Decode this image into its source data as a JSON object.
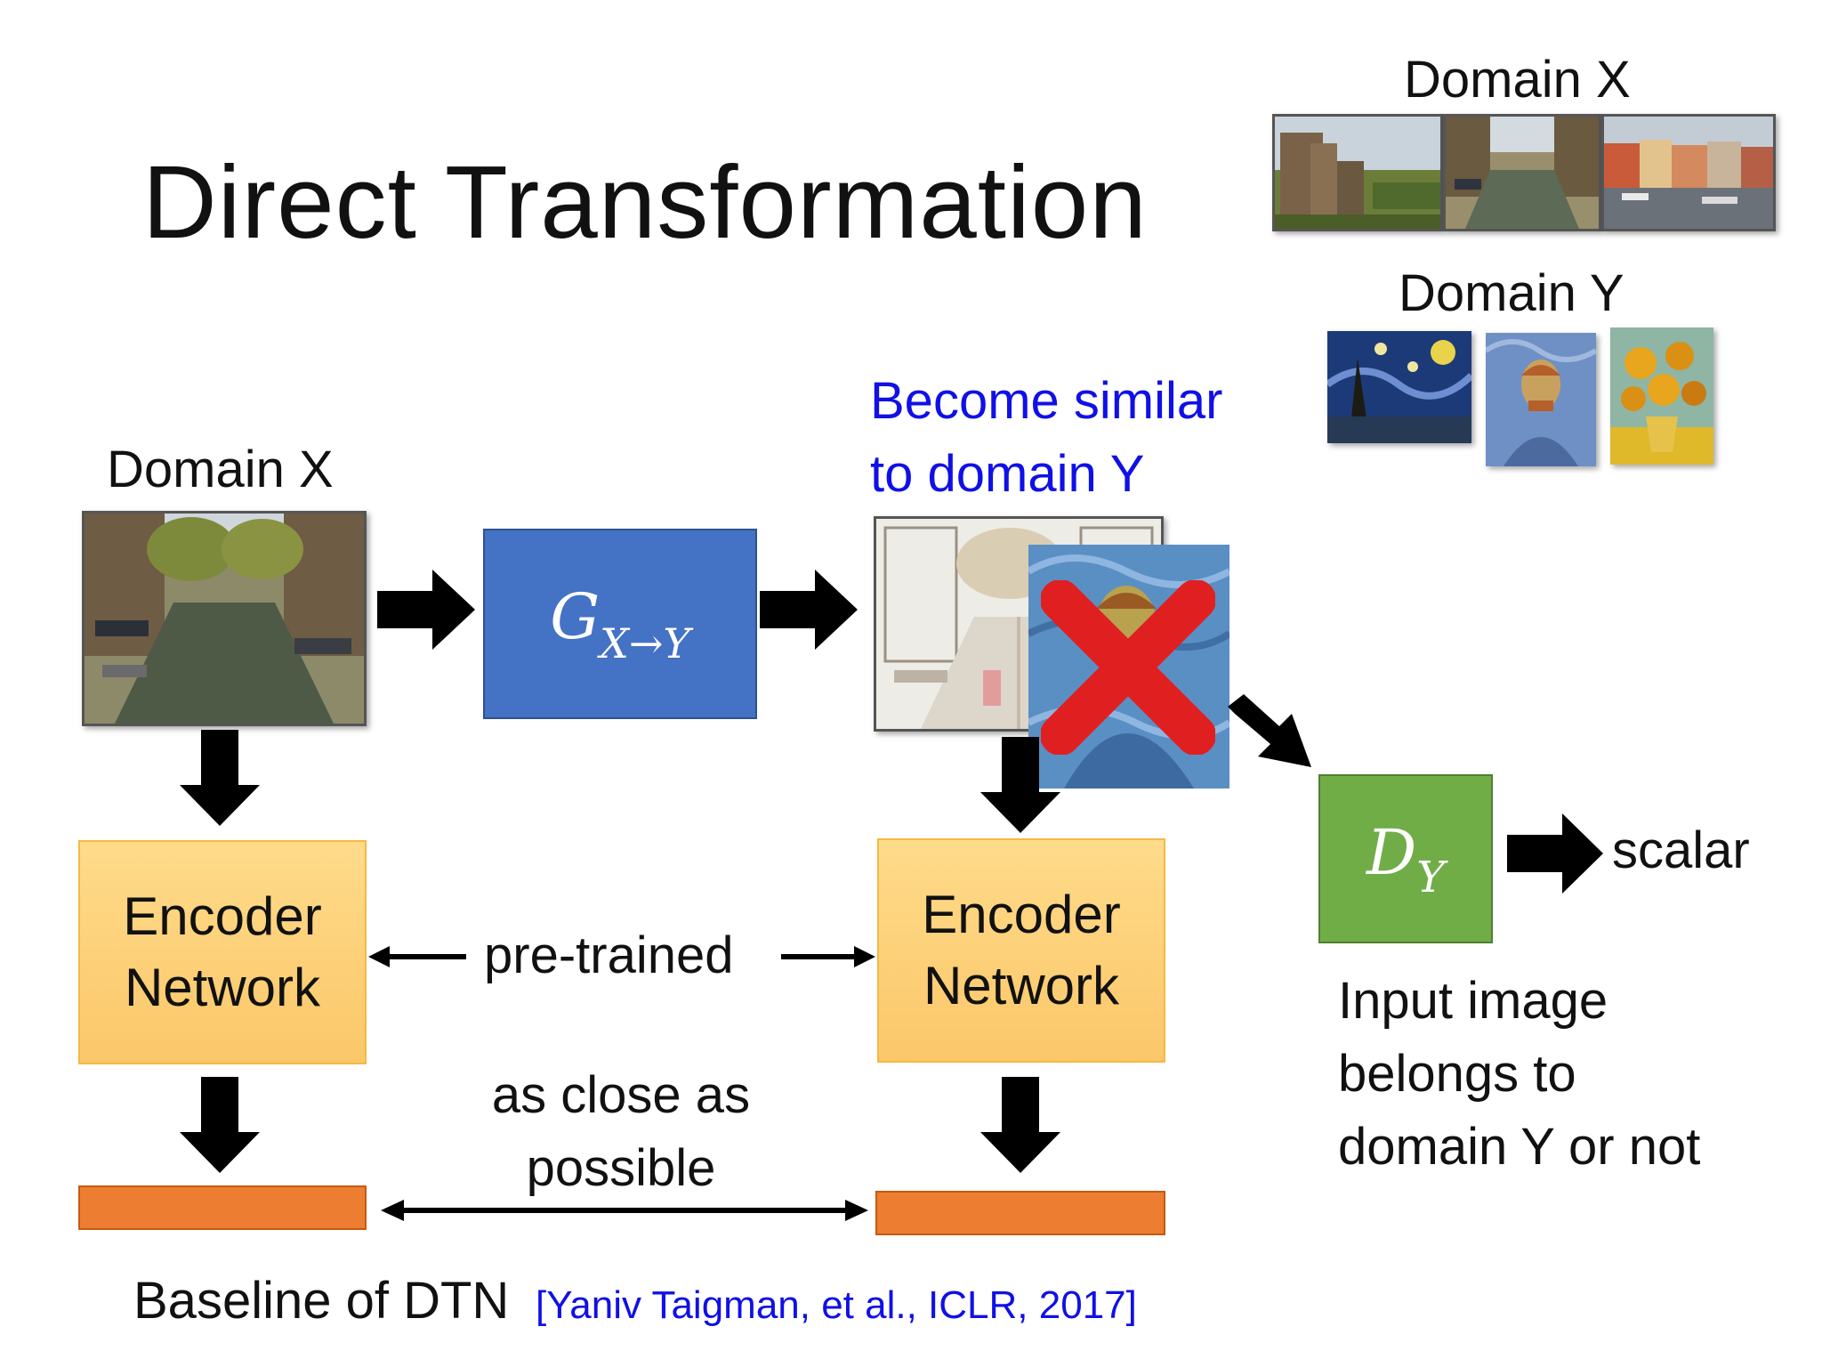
{
  "slide": {
    "title": "Direct Transformation",
    "top_domain_x": "Domain X",
    "top_domain_y": "Domain Y",
    "left_domain_x": "Domain X",
    "become_similar": "Become similar\nto domain Y",
    "generator_label": "G",
    "generator_sub": "X→Y",
    "discriminator_label": "D",
    "discriminator_sub": "Y",
    "scalar": "scalar",
    "encoder_left": "Encoder\nNetwork",
    "encoder_right": "Encoder\nNetwork",
    "pretrained": "pre-trained",
    "as_close": "as close as\npossible",
    "input_belongs": "Input image\nbelongs to\ndomain Y or not",
    "baseline": "Baseline of DTN",
    "citation": "[Yaniv Taigman, et al., ICLR, 2017]"
  },
  "images": {
    "domain_x": [
      "castle-photo",
      "canal-photo",
      "harbor-photo"
    ],
    "domain_y": [
      "starry-night-painting",
      "van-gogh-portrait",
      "sunflowers-painting"
    ],
    "input": "canal-photo",
    "output": "canal-sketch",
    "rejected": "van-gogh-portrait"
  },
  "colors": {
    "generator": "#4472c4",
    "discriminator": "#70ad47",
    "encoder": "#fdd27a",
    "code": "#ed7d31",
    "blue_text": "#1010e6",
    "cross": "#e02020"
  }
}
